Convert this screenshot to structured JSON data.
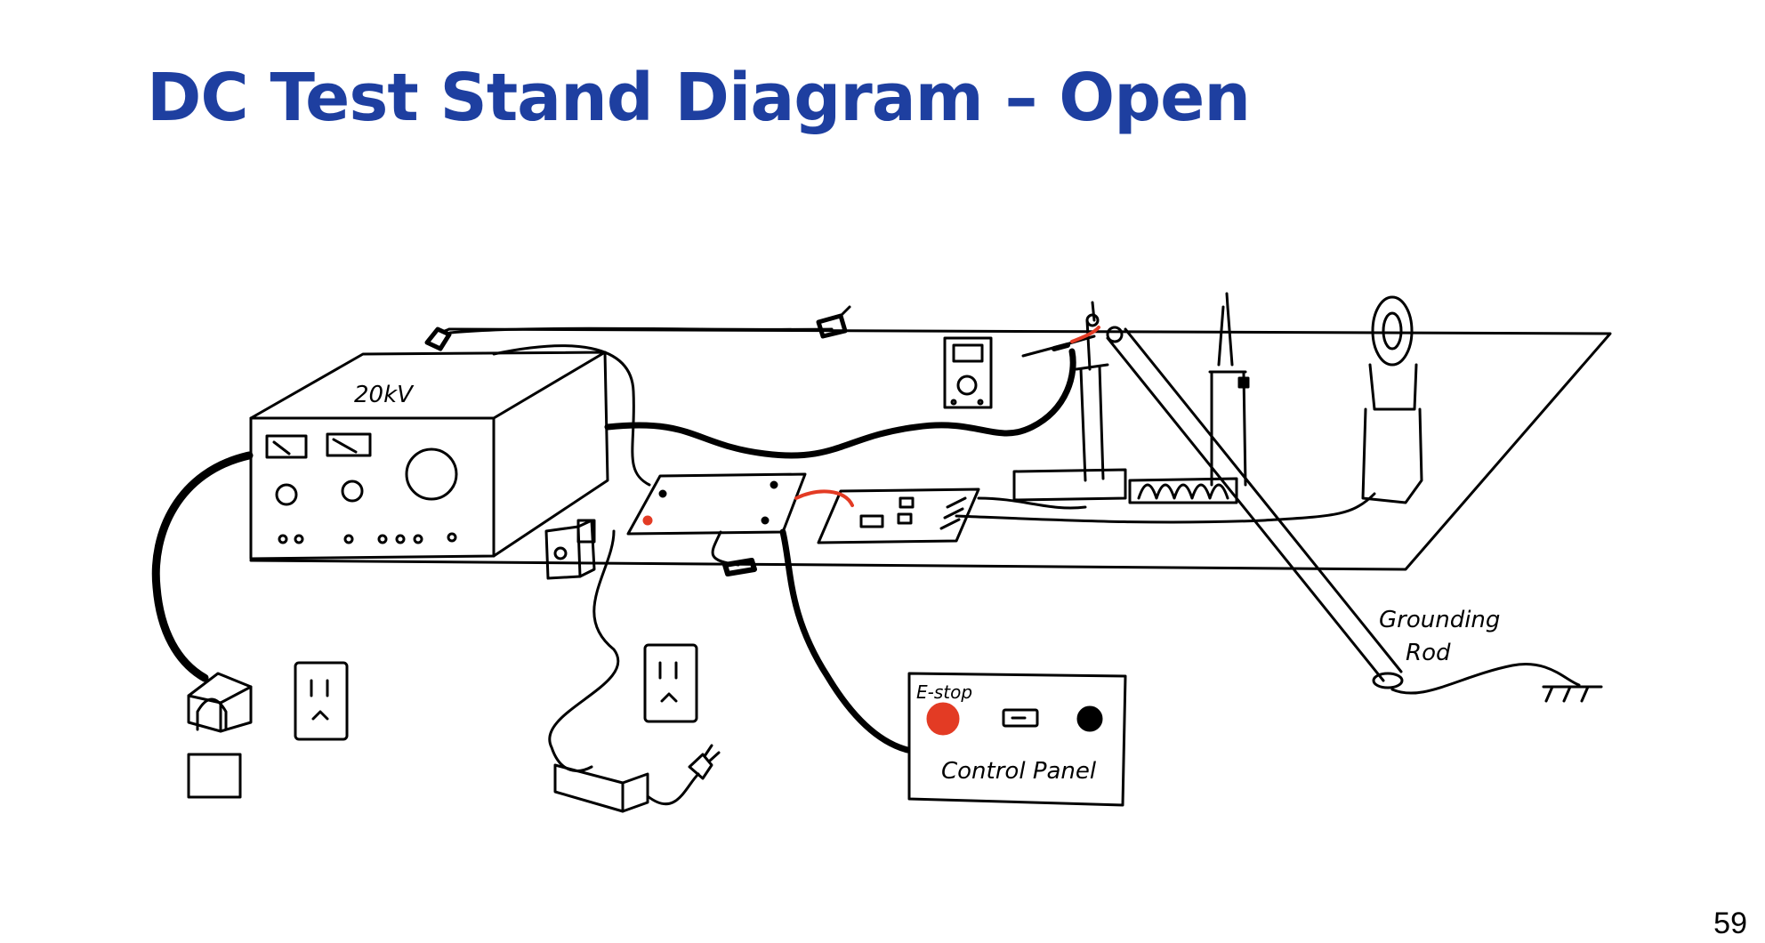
{
  "slide": {
    "title": "DC Test Stand Diagram – Open",
    "page_number": "59"
  },
  "diagram": {
    "power_supply_label": "20kV",
    "estop_label": "E-stop",
    "control_panel_label": "Control Panel",
    "grounding_rod_label_line1": "Grounding",
    "grounding_rod_label_line2": "Rod",
    "estop_color": "#e33b24",
    "wire_highlight_color": "#e33b24",
    "ink_color": "#000000"
  }
}
